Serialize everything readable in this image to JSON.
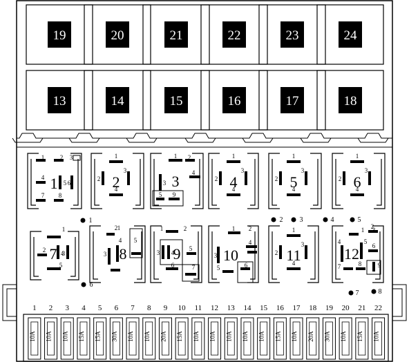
{
  "relays_top": [
    "19",
    "20",
    "21",
    "22",
    "23",
    "24"
  ],
  "relays_mid": [
    "13",
    "14",
    "15",
    "16",
    "17",
    "18"
  ],
  "sockets_row1": [
    {
      "label": "1",
      "pins": [
        "1",
        "2",
        "3",
        "4",
        "5",
        "6",
        "7",
        "8"
      ]
    },
    {
      "label": "2",
      "pins": [
        "1",
        "2",
        "3",
        "4"
      ]
    },
    {
      "label": "3",
      "pins": [
        "1",
        "2",
        "3",
        "4",
        "5",
        "9"
      ]
    },
    {
      "label": "4",
      "pins": [
        "1",
        "2",
        "3",
        "4"
      ]
    },
    {
      "label": "5",
      "pins": [
        "1",
        "2",
        "3",
        "4"
      ]
    },
    {
      "label": "6",
      "pins": [
        "1",
        "2",
        "3",
        "4"
      ]
    }
  ],
  "sockets_row2": [
    {
      "label": "7",
      "pins": [
        "1",
        "2",
        "3",
        "4",
        "5"
      ]
    },
    {
      "label": "8",
      "pins": [
        "1",
        "2",
        "3",
        "4",
        "5"
      ]
    },
    {
      "label": "9",
      "pins": [
        "1",
        "2",
        "3",
        "4",
        "5",
        "6",
        "7"
      ]
    },
    {
      "label": "10",
      "pins": [
        "1",
        "2",
        "3",
        "4",
        "5",
        "6"
      ]
    },
    {
      "label": "11",
      "pins": [
        "1",
        "2",
        "3",
        "4"
      ]
    },
    {
      "label": "12",
      "pins": [
        "1",
        "2",
        "3",
        "4",
        "5",
        "6",
        "7",
        "8",
        "9"
      ]
    }
  ],
  "connector_points": [
    "1",
    "2",
    "3",
    "4",
    "5",
    "6",
    "7",
    "8"
  ],
  "fuse_numbers": [
    "1",
    "2",
    "3",
    "4",
    "5",
    "6",
    "7",
    "8",
    "9",
    "10",
    "11",
    "12",
    "13",
    "14",
    "15",
    "16",
    "17",
    "18",
    "19",
    "20",
    "21",
    "22"
  ],
  "fuse_ratings": [
    "10A",
    "10A",
    "10A",
    "15A",
    "15A",
    "30A",
    "10A",
    "10A",
    "20A",
    "15A",
    "10A",
    "10A",
    "10A",
    "10A",
    "10A",
    "15A",
    "10A",
    "20A",
    "30A",
    "10A",
    "15A",
    "10A"
  ]
}
